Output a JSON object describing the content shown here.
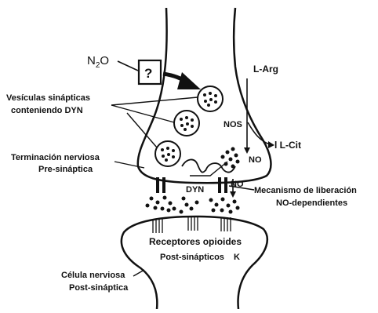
{
  "labels": {
    "n2o_main": "N",
    "n2o_sub": "2",
    "n2o_o": "O",
    "question": "?",
    "l_arg": "L-Arg",
    "l_cit": "l L-Cit",
    "vesiculas_line1": "Vesículas sinápticas",
    "vesiculas_line2": "conteniendo DYN",
    "nos": "NOS",
    "no_inside": "NO",
    "terminacion_line1": "Terminación nerviosa",
    "terminacion_line2": "Pre-sináptica",
    "dyn": "DYN",
    "no_cleft": "NO",
    "mecanismo_line1": "Mecanismo de liberación",
    "mecanismo_line2": "NO-dependientes",
    "receptores": "Receptores opioides",
    "post_sinapticos": "Post-sinápticos",
    "kappa": "K",
    "celula_line1": "Célula nerviosa",
    "celula_line2": "Post-sináptica"
  },
  "colors": {
    "stroke": "#111111",
    "background": "#ffffff"
  }
}
